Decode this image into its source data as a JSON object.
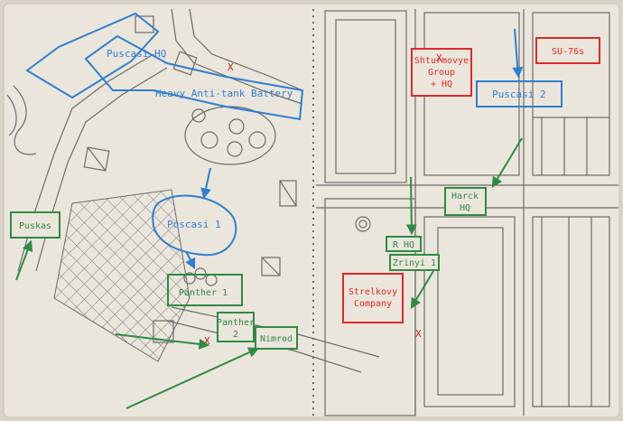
{
  "map": {
    "colors": {
      "paper": "#ebe6dc",
      "pencil": "#6b6b6b",
      "blue": "#2f7fd0",
      "green": "#2f8a44",
      "red": "#e02828",
      "frame": "#d9d4c8"
    },
    "units": {
      "puscasi_hq": "Puscasi HQ",
      "heavy_at": "Heavy Anti-tank Battery",
      "puscasi_1": "Puscasi 1",
      "puscasi_2": "Puscasi 2",
      "shturmovye_l1": "Shturmovye",
      "shturmovye_l2": "Group",
      "shturmovye_l3": "+ HQ",
      "su76": "SU-76s",
      "harck_l1": "Harck",
      "harck_l2": "HQ",
      "rhq": "R HQ",
      "zrinyi": "Zrinyi 1",
      "strelkovy_l1": "Strelkovy",
      "strelkovy_l2": "Company",
      "puskas": "Puskas",
      "panther1": "Panther 1",
      "panther2_l1": "Panther",
      "panther2_l2": "2",
      "nimrod": "Nimrod"
    },
    "marks": {
      "x": "X"
    }
  }
}
